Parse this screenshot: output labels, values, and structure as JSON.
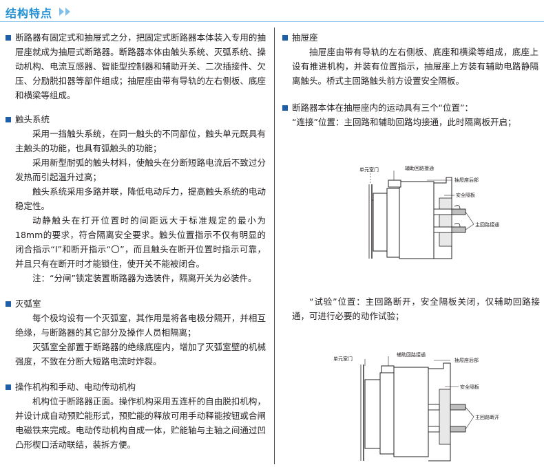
{
  "header": {
    "title": "结构特点"
  },
  "left": {
    "intro": "断路器有固定式和抽屉式之分，把固定式断路器本体装入专用的抽屉座就成为抽屉式断路器。断路器本体由触头系统、灭弧系统、操动机构、电流互感器、智能型控制器和辅助开关、二次插接件、欠压、分励脱扣器等部件组成；抽屉座由带有导轨的左右侧板、底座和横梁等组成。",
    "contact": {
      "title": "触头系统",
      "p1": "采用一挡触头系统，在同一触头的不同部位，触头单元既具有主触头的功能，也具有弧触头的功能；",
      "p2": "采用新型耐弧的触头材料，使触头在分断短路电流后不致过分发热而引起温升过高；",
      "p3": "触头系统采用多路并联，降低电动斥力，提高触头系统的电动稳定性。",
      "p4": "动静触头在打开位置时的间距远大于标准规定的最小为18mm的要求，符合隔离安全要求。触头位置指示不仅有明显的闭合指示“I”和断开指示“〇”，而且触头在断开位置时指示可靠，并且只有在断开时才能锁住，使开关不能被闭合。",
      "note": "注：“分闸”锁定装置断路器为选装件，隔离开关为必装件。"
    },
    "arc": {
      "title": "灭弧室",
      "p1": "每个极均设有一个灭弧室，其作用是将各电极分隔开，并相互绝缘，与断路器的其它部分及操作人员相隔离；",
      "p2": "灭弧室全部置于断路器的绝缘底座内，增加了灭弧室壁的机械强度，不致在分断大短路电流时炸裂。"
    },
    "mech": {
      "title": "操作机构和手动、电动传动机构",
      "p1": "机构位于断路器正面。操作机构采用五连杆的自由脱扣机构，并设计成自动预贮能形式，预贮能的释放可用手动释能按钮或合闸电磁铁来完成。电动传动机构自成一体，贮能轴与主轴之间通过凹凸形楔口活动联结，装拆方便。"
    }
  },
  "right": {
    "drawer": {
      "title": "抽屉座",
      "p1": "抽屉座由带有导轨的左右侧板、底座和横梁等组成，底座上设有推进机构，并装有位置指示，抽屉座上方装有辅助电路静隔离触头。桥式主回路触头前方设置安全隔板。"
    },
    "pos": {
      "title": "断路器本体在抽屉座内的运动具有三个“位置”：",
      "connect": "“连接”位置：主回路和辅助回路均接通，此时隔离板开启；",
      "test": "“试验”位置：主回路断开，安全隔板关闭，仅辅助回路接通，可进行必要的动作试验；"
    },
    "diagram1": {
      "labels": {
        "door": "单元室门",
        "aux": "辅助回路接通",
        "rear": "抽屉座后部",
        "plate": "安全隔板",
        "main": "主回路接通"
      }
    },
    "diagram2": {
      "labels": {
        "door": "单元室门",
        "aux": "辅助回路接通",
        "rear": "抽屉座后部",
        "plate": "安全隔板",
        "main": "主回路断开"
      }
    }
  },
  "colors": {
    "accent": "#1f8fd6",
    "bullet": "#1f5fa8"
  }
}
